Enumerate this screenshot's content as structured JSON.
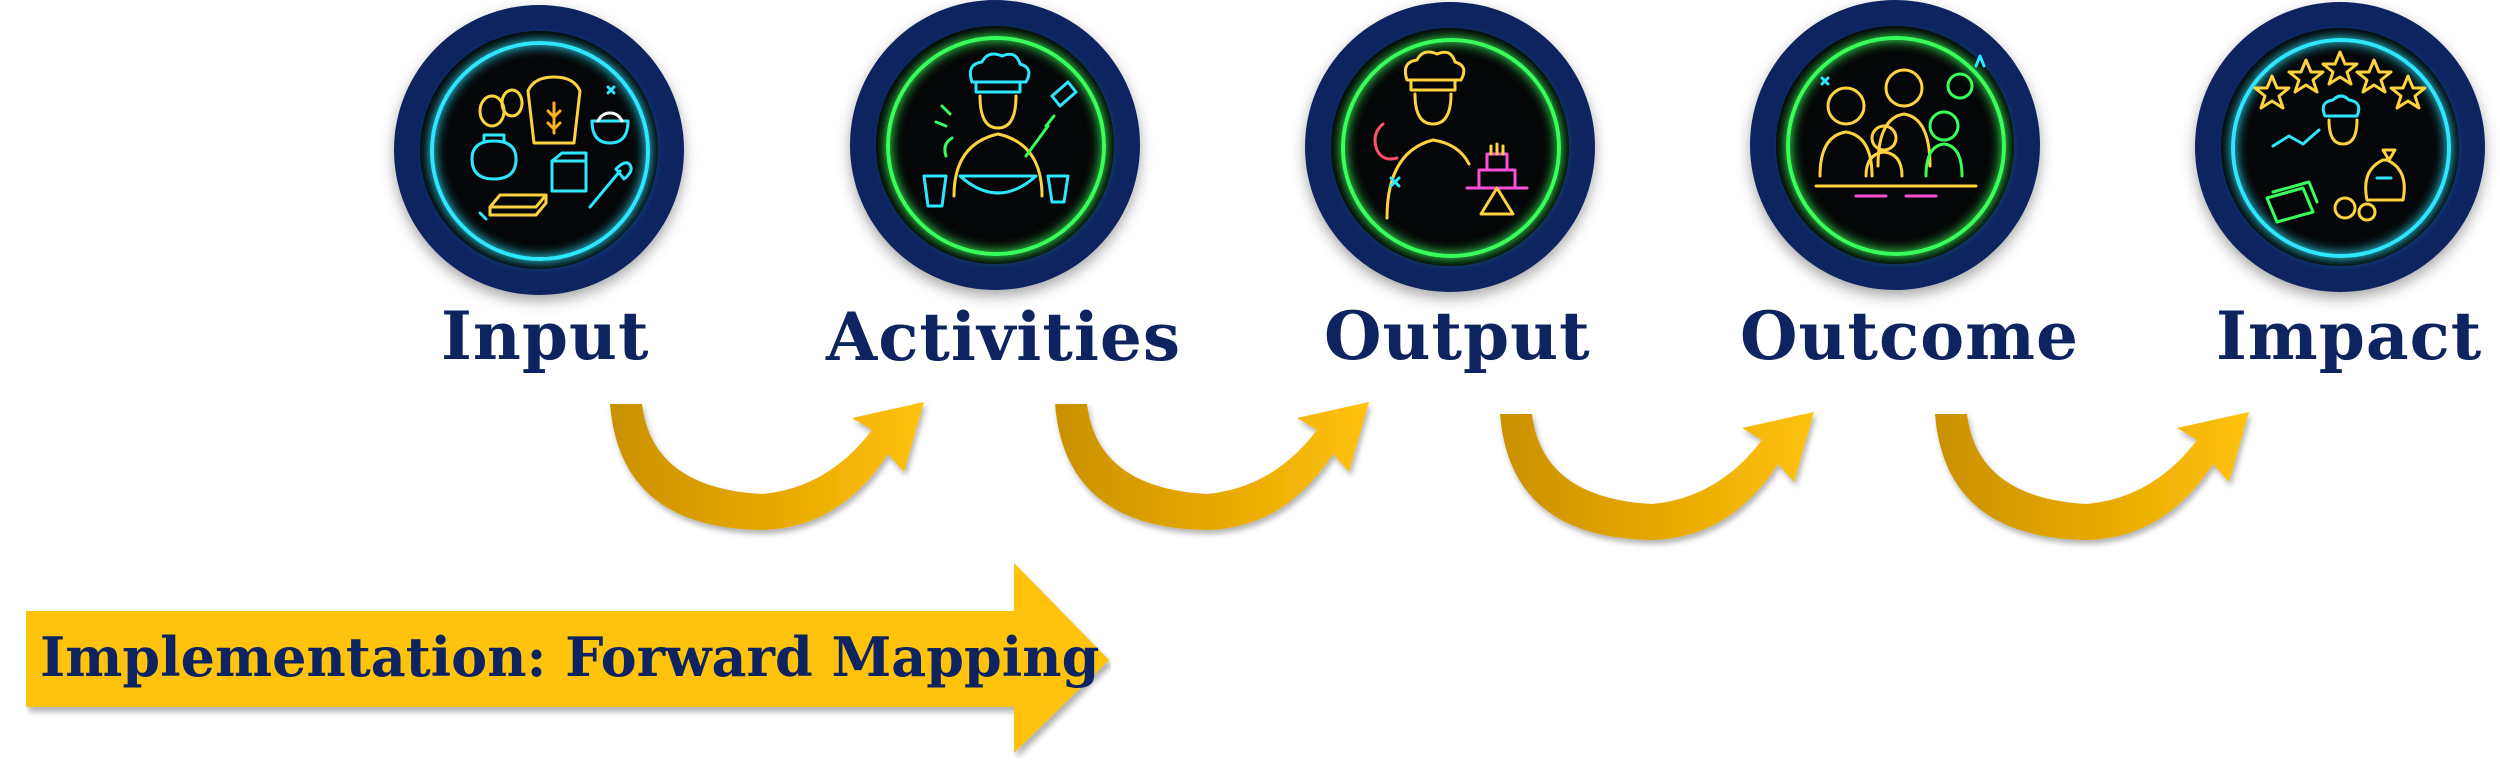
{
  "stages": [
    {
      "label": "Input",
      "icon": "ingredients-icon",
      "ring": "#2ee6ff"
    },
    {
      "label": "Activities",
      "icon": "chef-mixing-icon",
      "ring": "#39ff5a"
    },
    {
      "label": "Output",
      "icon": "chef-cake-icon",
      "ring": "#39ff5a"
    },
    {
      "label": "Outcome",
      "icon": "happy-family-icon",
      "ring": "#39ff5a"
    },
    {
      "label": "Impact",
      "icon": "star-chef-money-icon",
      "ring": "#2ee6ff"
    }
  ],
  "banner": {
    "text": "Implementation: Forward Mapping"
  },
  "colors": {
    "navy": "#0d2461",
    "gold": "#ffc20e",
    "gold_dark": "#c99100"
  }
}
